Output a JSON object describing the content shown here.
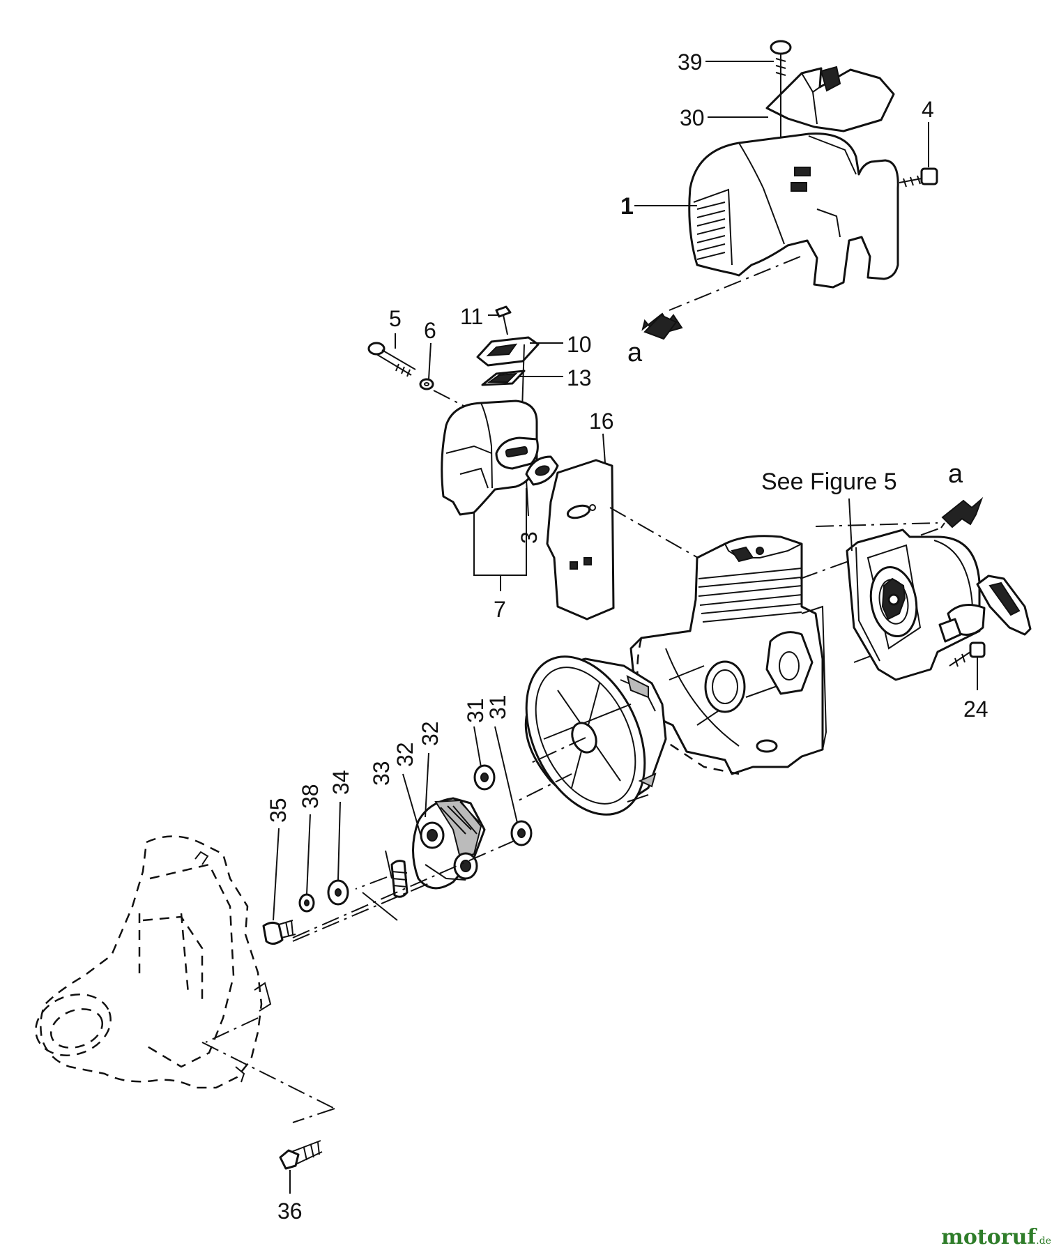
{
  "diagram": {
    "part_labels": [
      {
        "id": "39",
        "text": "39"
      },
      {
        "id": "30",
        "text": "30"
      },
      {
        "id": "4",
        "text": "4"
      },
      {
        "id": "1",
        "text": "1"
      },
      {
        "id": "11",
        "text": "11"
      },
      {
        "id": "5",
        "text": "5"
      },
      {
        "id": "6",
        "text": "6"
      },
      {
        "id": "10",
        "text": "10"
      },
      {
        "id": "13",
        "text": "13"
      },
      {
        "id": "16",
        "text": "16"
      },
      {
        "id": "3",
        "text": "3"
      },
      {
        "id": "7",
        "text": "7"
      },
      {
        "id": "24",
        "text": "24"
      },
      {
        "id": "31a",
        "text": "31"
      },
      {
        "id": "31b",
        "text": "31"
      },
      {
        "id": "32a",
        "text": "32"
      },
      {
        "id": "32b",
        "text": "32"
      },
      {
        "id": "33",
        "text": "33"
      },
      {
        "id": "34",
        "text": "34"
      },
      {
        "id": "38",
        "text": "38"
      },
      {
        "id": "35",
        "text": "35"
      },
      {
        "id": "36",
        "text": "36"
      }
    ],
    "reference_note": "See Figure 5",
    "connector_marks": [
      {
        "id": "a1",
        "text": "a"
      },
      {
        "id": "a2",
        "text": "a"
      }
    ]
  },
  "watermark": {
    "main": "motoruf",
    "suffix": ".de"
  }
}
